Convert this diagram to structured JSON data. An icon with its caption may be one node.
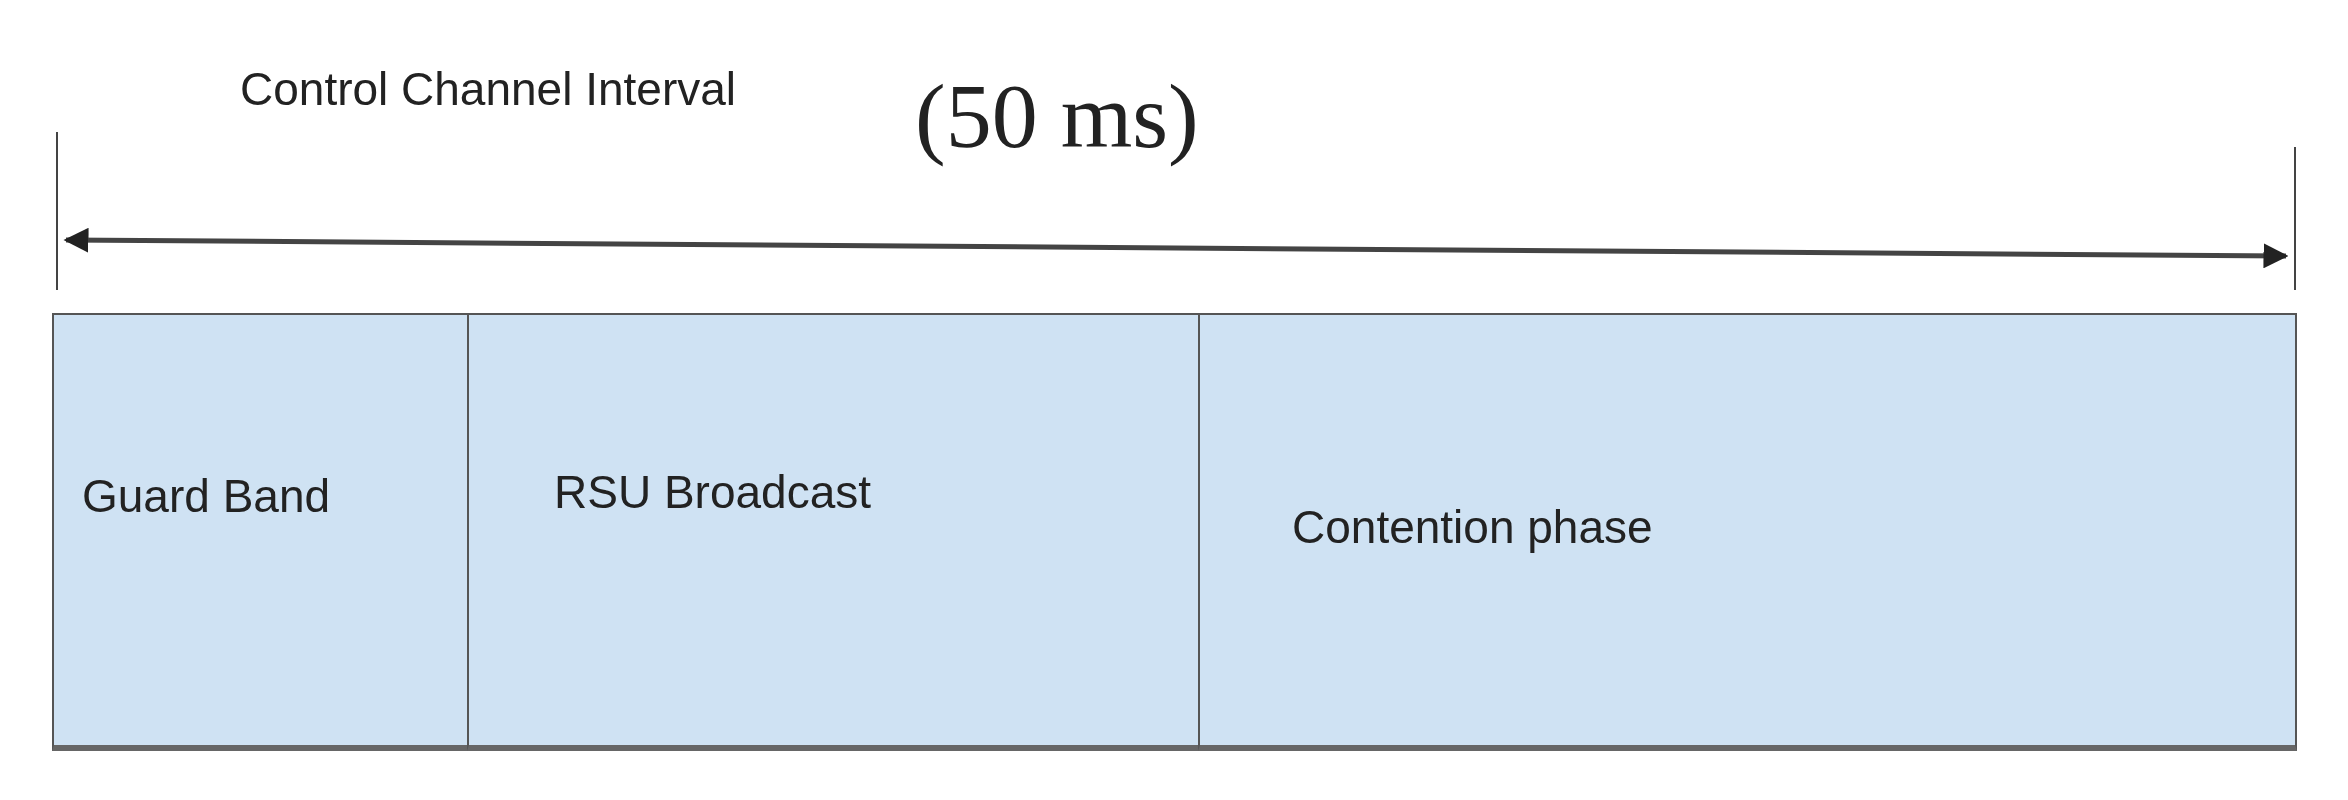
{
  "diagram": {
    "nodes": [
      {
        "text": [
          "Guard Band"
        ]
      },
      {
        "text": [
          "RSU Broadcast"
        ]
      },
      {
        "text": [
          "Contention phase"
        ]
      }
    ],
    "labels": [
      "Control Channel Interval",
      "(50 ms)"
    ]
  }
}
